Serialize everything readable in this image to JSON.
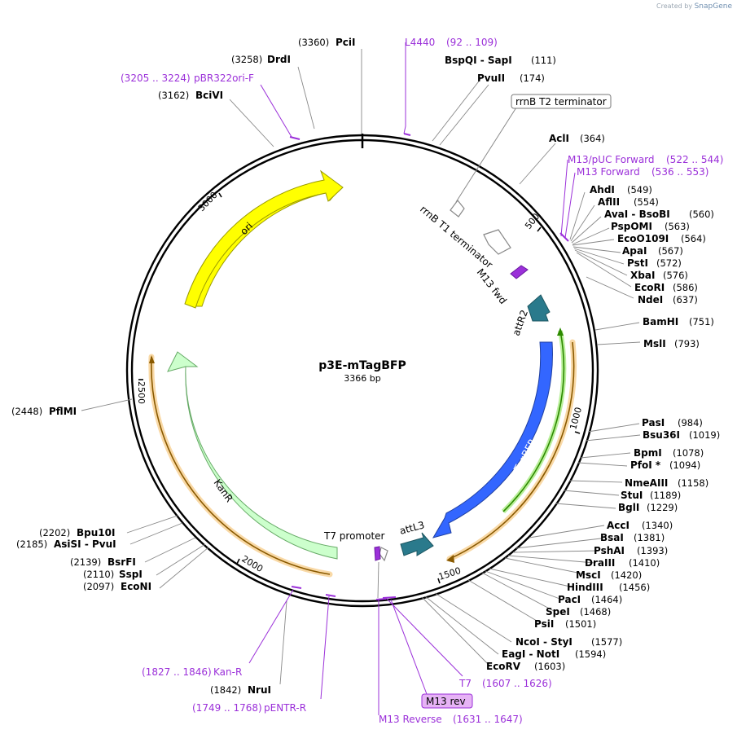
{
  "credit": {
    "prefix": "Created by",
    "brand": "SnapGene"
  },
  "plasmid": {
    "name": "p3E-mTagBFP",
    "length_label": "3366 bp",
    "length": 3366
  },
  "ticks": [
    {
      "label": "500",
      "pos": 500
    },
    {
      "label": "1000",
      "pos": 1000
    },
    {
      "label": "1500",
      "pos": 1500
    },
    {
      "label": "2000",
      "pos": 2000
    },
    {
      "label": "2500",
      "pos": 2500
    },
    {
      "label": "3000",
      "pos": 3000
    }
  ],
  "features": [
    {
      "id": "ori",
      "label": "ori",
      "color": "#ffff00",
      "stroke": "#9a9a00",
      "text": "#000000"
    },
    {
      "id": "kanr",
      "label": "KanR",
      "color": "#ccffcc",
      "stroke": "#66aa66",
      "text": "#000000"
    },
    {
      "id": "tagbfp",
      "label": "TagBFP",
      "color": "#3366ff",
      "stroke": "#1f3fa0",
      "text": "#ffffff"
    },
    {
      "id": "attr2",
      "label": "attR2",
      "color": "#2a7a8c",
      "stroke": "#1c5560",
      "text": "#000000"
    },
    {
      "id": "attl3",
      "label": "attL3",
      "color": "#2a7a8c",
      "stroke": "#1c5560",
      "text": "#000000"
    },
    {
      "id": "m13fwd",
      "label": "M13 fwd",
      "color": "#9b30d9",
      "stroke": "#6a1aa0",
      "text": "#000000"
    },
    {
      "id": "rrnbt1",
      "label": "rrnB T1 terminator",
      "color": "#ffffff",
      "stroke": "#888888",
      "text": "#000000"
    },
    {
      "id": "rrnbt2",
      "label": "rrnB T2 terminator",
      "color": "#ffffff",
      "stroke": "#888888",
      "text": "#000000"
    },
    {
      "id": "t7prom",
      "label": "T7 promoter",
      "color": "#ffffff",
      "stroke": "#888888",
      "text": "#000000"
    },
    {
      "id": "m13rev",
      "label": "M13 rev",
      "color": "#e6b3f5",
      "stroke": "#9b30d9",
      "text": "#000000"
    }
  ],
  "sites": [
    {
      "name": "PciI",
      "pos": "(3360)"
    },
    {
      "name": "DrdI",
      "pos": "(3258)"
    },
    {
      "name": "BciVI",
      "pos": "(3162)"
    },
    {
      "name": "BspQI - SapI",
      "pos": "(111)"
    },
    {
      "name": "PvuII",
      "pos": "(174)"
    },
    {
      "name": "AclI",
      "pos": "(364)"
    },
    {
      "name": "AhdI",
      "pos": "(549)"
    },
    {
      "name": "AflII",
      "pos": "(554)"
    },
    {
      "name": "AvaI - BsoBI",
      "pos": "(560)"
    },
    {
      "name": "PspOMI",
      "pos": "(563)"
    },
    {
      "name": "EcoO109I",
      "pos": "(564)"
    },
    {
      "name": "ApaI",
      "pos": "(567)"
    },
    {
      "name": "PstI",
      "pos": "(572)"
    },
    {
      "name": "XbaI",
      "pos": "(576)"
    },
    {
      "name": "EcoRI",
      "pos": "(586)"
    },
    {
      "name": "NdeI",
      "pos": "(637)"
    },
    {
      "name": "BamHI",
      "pos": "(751)"
    },
    {
      "name": "MslI",
      "pos": "(793)"
    },
    {
      "name": "PasI",
      "pos": "(984)"
    },
    {
      "name": "Bsu36I",
      "pos": "(1019)"
    },
    {
      "name": "BpmI",
      "pos": "(1078)"
    },
    {
      "name": "PfoI *",
      "pos": "(1094)"
    },
    {
      "name": "NmeAIII",
      "pos": "(1158)"
    },
    {
      "name": "StuI",
      "pos": "(1189)"
    },
    {
      "name": "BglI",
      "pos": "(1229)"
    },
    {
      "name": "AccI",
      "pos": "(1340)"
    },
    {
      "name": "BsaI",
      "pos": "(1381)"
    },
    {
      "name": "PshAI",
      "pos": "(1393)"
    },
    {
      "name": "DraIII",
      "pos": "(1410)"
    },
    {
      "name": "MscI",
      "pos": "(1420)"
    },
    {
      "name": "HindIII",
      "pos": "(1456)"
    },
    {
      "name": "PacI",
      "pos": "(1464)"
    },
    {
      "name": "SpeI",
      "pos": "(1468)"
    },
    {
      "name": "PsiI",
      "pos": "(1501)"
    },
    {
      "name": "NcoI - StyI",
      "pos": "(1577)"
    },
    {
      "name": "EagI - NotI",
      "pos": "(1594)"
    },
    {
      "name": "EcoRV",
      "pos": "(1603)"
    },
    {
      "name": "NruI",
      "pos": "(1842)"
    },
    {
      "name": "EcoNI",
      "pos": "(2097)"
    },
    {
      "name": "SspI",
      "pos": "(2110)"
    },
    {
      "name": "BsrFI",
      "pos": "(2139)"
    },
    {
      "name": "AsiSI - PvuI",
      "pos": "(2185)"
    },
    {
      "name": "Bpu10I",
      "pos": "(2202)"
    },
    {
      "name": "PflMI",
      "pos": "(2448)"
    }
  ],
  "primers": [
    {
      "name": "L4440",
      "range": "(92 .. 109)"
    },
    {
      "name": "pBR322ori-F",
      "range": "(3205 .. 3224)"
    },
    {
      "name": "M13/pUC Forward",
      "range": "(522 .. 544)"
    },
    {
      "name": "M13 Forward",
      "range": "(536 .. 553)"
    },
    {
      "name": "Kan-R",
      "range": "(1827 .. 1846)"
    },
    {
      "name": "pENTR-R",
      "range": "(1749 .. 1768)"
    },
    {
      "name": "T7",
      "range": "(1607 .. 1626)"
    },
    {
      "name": "M13 Reverse",
      "range": "(1631 .. 1647)"
    }
  ]
}
